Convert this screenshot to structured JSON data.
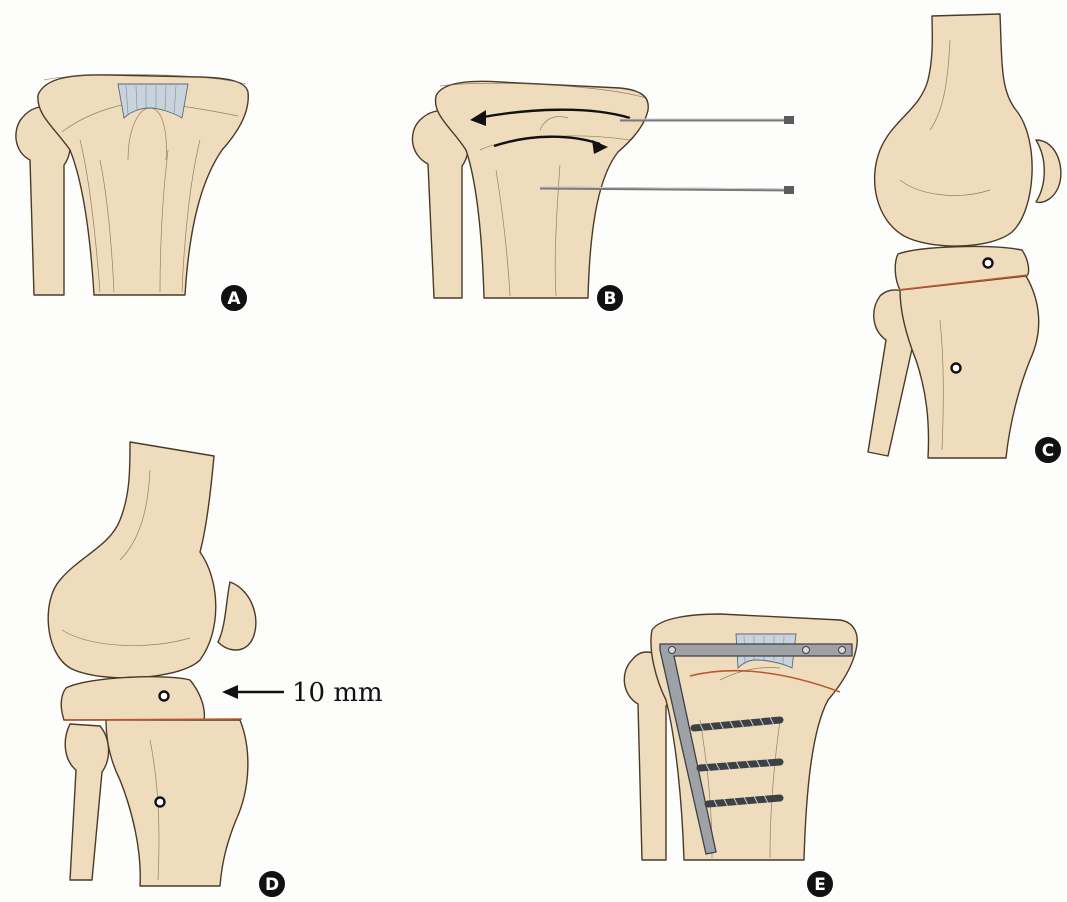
{
  "panels": [
    {
      "id": "A",
      "label": "A"
    },
    {
      "id": "B",
      "label": "B"
    },
    {
      "id": "C",
      "label": "C"
    },
    {
      "id": "D",
      "label": "D"
    },
    {
      "id": "E",
      "label": "E"
    }
  ],
  "measurement": {
    "label": "10 mm"
  },
  "colors": {
    "bone": "#efdcbd",
    "ligament": "#c9d3dc",
    "osteotomy_line": "#b8592a",
    "hardware": "#9ea2a6",
    "badge": "#111111"
  }
}
